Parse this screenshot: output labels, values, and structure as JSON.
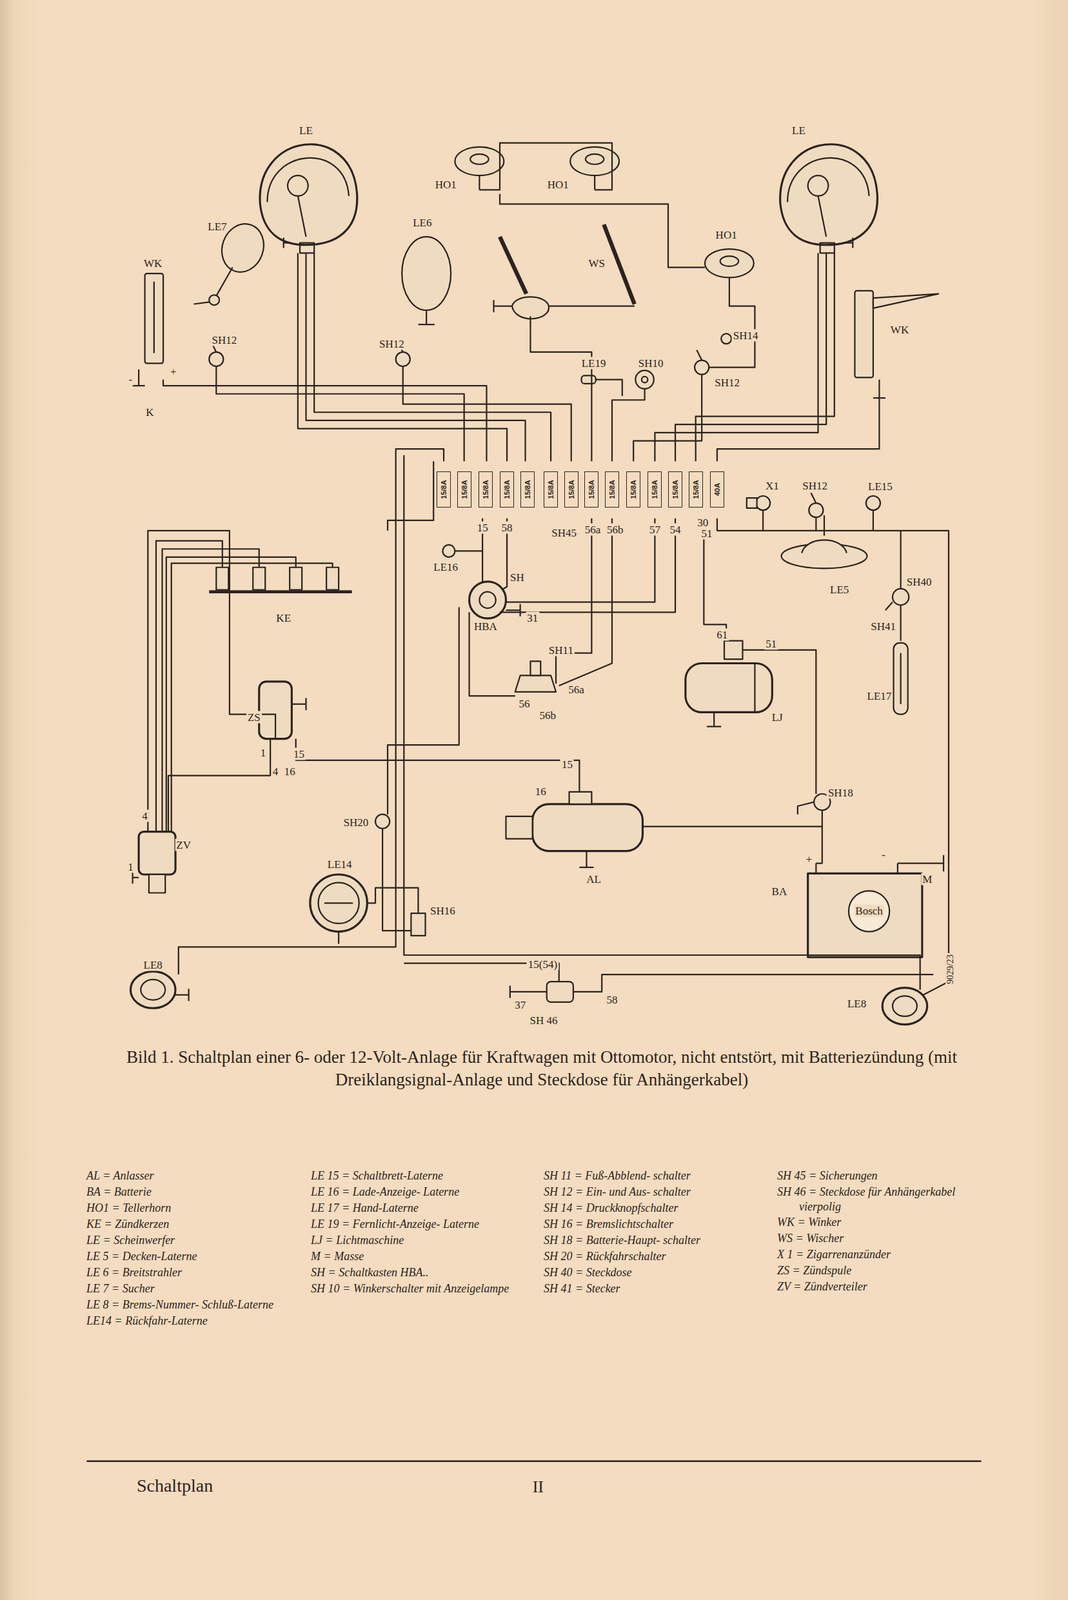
{
  "diagram": {
    "caption": "Bild 1. Schaltplan einer 6- oder 12-Volt-Anlage für Kraftwagen mit Ottomotor, nicht entstört, mit Batteriezündung (mit Dreiklangsignal-Anlage und Steckdose für Anhängerkabel)",
    "nodes": [
      {
        "text": [
          "15/8A"
        ]
      },
      {
        "text": [
          "15/8A"
        ]
      },
      {
        "text": [
          "15/8A"
        ]
      },
      {
        "text": [
          "15/8A"
        ]
      },
      {
        "text": [
          "15/8A"
        ]
      },
      {
        "text": [
          "15/8A"
        ]
      },
      {
        "text": [
          "15/8A"
        ]
      },
      {
        "text": [
          "15/8A"
        ]
      },
      {
        "text": [
          "15/8A"
        ]
      },
      {
        "text": [
          "15/8A"
        ]
      },
      {
        "text": [
          "15/8A"
        ]
      },
      {
        "text": [
          "15/8A"
        ]
      },
      {
        "text": [
          "15/8A"
        ]
      },
      {
        "text": [
          "40A"
        ]
      }
    ],
    "labels": [
      "LE",
      "LE",
      "HO1",
      "HO1",
      "HO1",
      "LE7",
      "LE6",
      "WS",
      "WK",
      "WK",
      "SH12",
      "SH12",
      "SH14",
      "SH12",
      "LE19",
      "SH10",
      "-",
      "+",
      "K",
      "15",
      "58",
      "SH45",
      "56a",
      "56b",
      "57",
      "54",
      "30",
      "51",
      "X1",
      "SH12",
      "LE15",
      "LE16",
      "SH",
      "HBA",
      "31",
      "LE5",
      "SH40",
      "SH41",
      "KE",
      "SH11",
      "61",
      "51",
      "56",
      "56a",
      "56b",
      "LE17",
      "LJ",
      "ZS",
      "1",
      "15",
      "4",
      "16",
      "15",
      "16",
      "SH18",
      "SH20",
      "4",
      "ZV",
      "1",
      "LE14",
      "AL",
      "+",
      "-",
      "M",
      "BA",
      "Bosch",
      "SH16",
      "LE8",
      "15(54)",
      "37",
      "58",
      "SH 46",
      "LE8",
      "9029/23",
      "Schaltplan",
      "II"
    ],
    "legend": [
      {
        "text": "AL = Anlasser"
      },
      {
        "text": "BA = Batterie"
      },
      {
        "text": "HO1 = Tellerhorn"
      },
      {
        "text": "KE = Zündkerzen"
      },
      {
        "text": "LE = Scheinwerfer"
      },
      {
        "text": "LE 5 = Decken-Laterne"
      },
      {
        "text": "LE 6 = Breitstrahler"
      },
      {
        "text": "LE 7 = Sucher"
      },
      {
        "text": "LE 8 = Brems-Nummer- Schluß-Laterne"
      },
      {
        "text": "LE14 = Rückfahr-Laterne"
      },
      {
        "text": "LE 15 = Schaltbrett-Laterne"
      },
      {
        "text": "LE 16 = Lade-Anzeige- Laterne"
      },
      {
        "text": "LE 17 = Hand-Laterne"
      },
      {
        "text": "LE 19 = Fernlicht-Anzeige- Laterne"
      },
      {
        "text": "LJ = Lichtmaschine"
      },
      {
        "text": "M = Masse"
      },
      {
        "text": "SH = Schaltkasten HBA.."
      },
      {
        "text": "SH 10 = Winkerschalter mit Anzeigelampe"
      },
      {
        "text": "SH 11 = Fuß-Abblend- schalter"
      },
      {
        "text": "SH 12 = Ein- und Aus- schalter"
      },
      {
        "text": "SH 14 = Druckknopfschalter"
      },
      {
        "text": "SH 16 = Bremslichtschalter"
      },
      {
        "text": "SH 18 = Batterie-Haupt- schalter"
      },
      {
        "text": "SH 20 = Rückfahrschalter"
      },
      {
        "text": "SH 40 = Steckdose"
      },
      {
        "text": "SH 41 = Stecker"
      },
      {
        "text": "SH 45 = Sicherungen"
      },
      {
        "text": "SH 46 = Steckdose für Anhängerkabel vierpolig"
      },
      {
        "text": "WK = Winker"
      },
      {
        "text": "WS = Wischer"
      },
      {
        "text": "X 1 = Zigarrenanzünder"
      },
      {
        "text": "ZS = Zündspule"
      },
      {
        "text": "ZV = Zündverteiler"
      }
    ]
  }
}
